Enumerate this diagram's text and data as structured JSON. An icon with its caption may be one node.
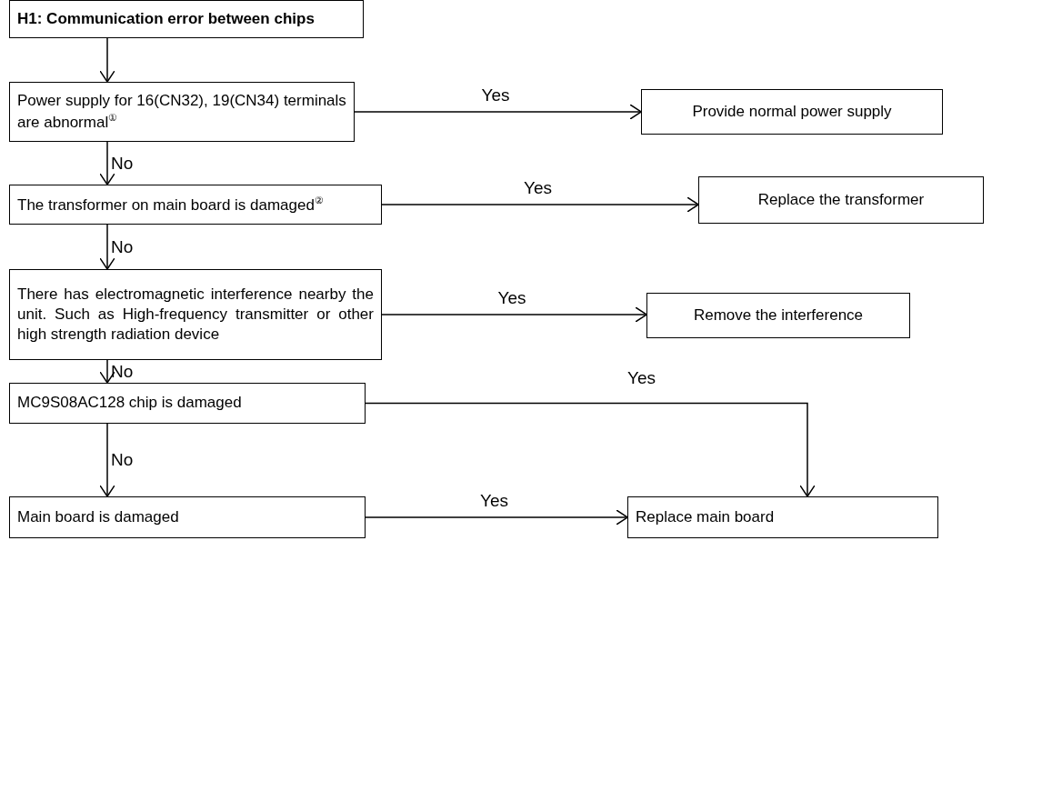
{
  "diagram": {
    "nodes": [
      {
        "text": [
          "H1: Communication error between chips"
        ]
      },
      {
        "text": [
          "Power supply for 16(CN32), 19(CN34) terminals are abnormal$^{①}$"
        ]
      },
      {
        "text": [
          "Provide normal power supply"
        ]
      },
      {
        "text": [
          "The transformer on main board is damaged$^{②}$"
        ]
      },
      {
        "text": [
          "Replace the transformer"
        ]
      },
      {
        "text": [
          "There has electromagnetic interference nearby the unit. Such as High-frequency transmitter or other high strength radiation device"
        ]
      },
      {
        "text": [
          "Remove the interference"
        ]
      },
      {
        "text": [
          "MC9S08AC128 chip is damaged"
        ]
      },
      {
        "text": [
          "Main board is damaged"
        ]
      },
      {
        "text": [
          "Replace main board"
        ]
      }
    ],
    "edges": [
      {
        "from": 0,
        "to": 1,
        "arrow": "to"
      },
      {
        "from": 1,
        "to": 2,
        "arrow": "to",
        "label": "Yes"
      },
      {
        "from": 1,
        "to": 3,
        "arrow": "to",
        "label": "No"
      },
      {
        "from": 3,
        "to": 4,
        "arrow": "to",
        "label": "Yes"
      },
      {
        "from": 3,
        "to": 5,
        "arrow": "to",
        "label": "No"
      },
      {
        "from": 5,
        "to": 6,
        "arrow": "to",
        "label": "Yes"
      },
      {
        "from": 5,
        "to": 7,
        "arrow": "to",
        "label": "No"
      },
      {
        "from": 7,
        "to": 9,
        "arrow": "to",
        "label": "Yes"
      },
      {
        "from": 7,
        "to": 8,
        "arrow": "to",
        "label": "No"
      },
      {
        "from": 8,
        "to": 9,
        "arrow": "to",
        "label": "Yes"
      }
    ]
  }
}
